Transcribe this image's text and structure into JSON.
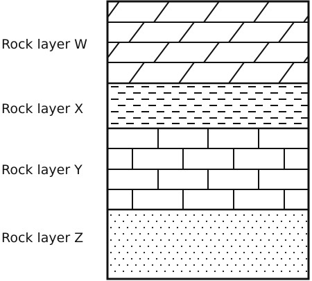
{
  "layers": [
    {
      "id": "W",
      "label": "Rock layer W",
      "pattern": "inclined-blocks"
    },
    {
      "id": "X",
      "label": "Rock layer X",
      "pattern": "dashes"
    },
    {
      "id": "Y",
      "label": "Rock layer Y",
      "pattern": "brick"
    },
    {
      "id": "Z",
      "label": "Rock layer Z",
      "pattern": "dots"
    }
  ],
  "colors": {
    "line": "#111111",
    "background": "#ffffff"
  }
}
